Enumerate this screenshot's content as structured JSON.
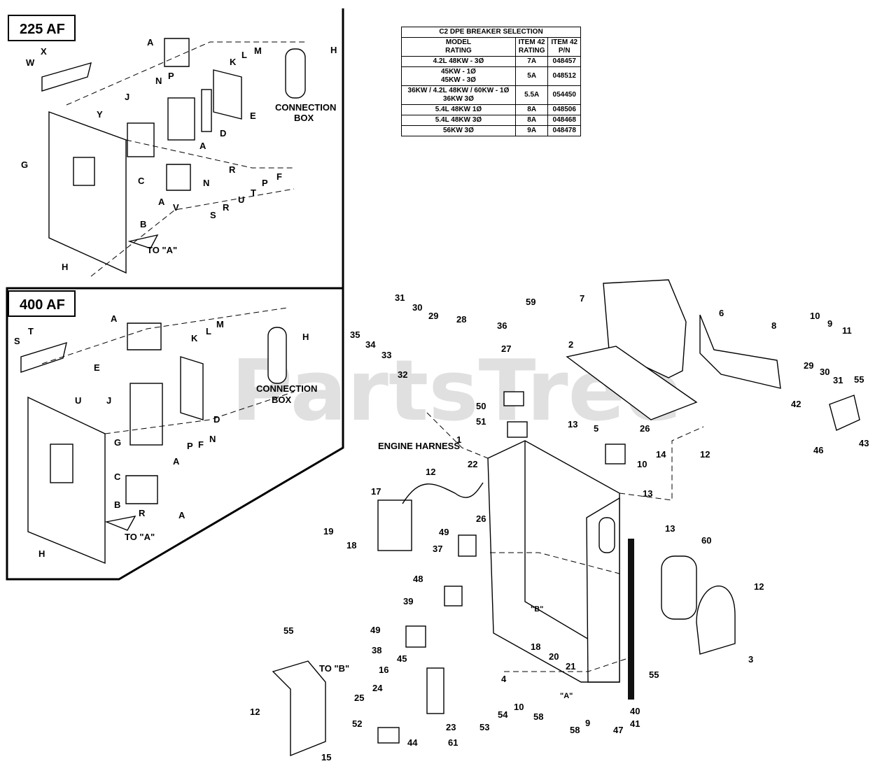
{
  "insets": {
    "af225": {
      "title": "225 AF",
      "connection_box": [
        "CONNECTION",
        "BOX"
      ],
      "to_a": "TO \"A\"",
      "letters": [
        "X",
        "W",
        "A",
        "N",
        "P",
        "J",
        "K",
        "L",
        "M",
        "H",
        "Y",
        "G",
        "C",
        "D",
        "E",
        "A",
        "R",
        "N",
        "F",
        "P",
        "S",
        "R",
        "U",
        "T",
        "A",
        "V",
        "B",
        "H"
      ]
    },
    "af400": {
      "title": "400 AF",
      "connection_box": [
        "CONNECTION",
        "BOX"
      ],
      "to_a": "TO \"A\"",
      "letters": [
        "S",
        "T",
        "A",
        "K",
        "L",
        "M",
        "H",
        "E",
        "U",
        "J",
        "G",
        "P",
        "F",
        "N",
        "D",
        "C",
        "A",
        "B",
        "R",
        "A",
        "H"
      ]
    }
  },
  "table": {
    "title": "C2 DPE BREAKER SELECTION",
    "headers": [
      [
        "MODEL",
        "RATING"
      ],
      [
        "ITEM 42",
        "RATING"
      ],
      [
        "ITEM 42",
        "P/N"
      ]
    ],
    "rows": [
      {
        "model": [
          "4.2L 48KW - 3Ø"
        ],
        "rating": "7A",
        "pn": "048457"
      },
      {
        "model": [
          "45KW - 1Ø",
          "45KW - 3Ø"
        ],
        "rating": "5A",
        "pn": "048512"
      },
      {
        "model": [
          "36KW / 4.2L 48KW / 60KW - 1Ø",
          "36KW 3Ø"
        ],
        "rating": "5.5A",
        "pn": "054450"
      },
      {
        "model": [
          "5.4L 48KW 1Ø"
        ],
        "rating": "8A",
        "pn": "048506"
      },
      {
        "model": [
          "5.4L 48KW 3Ø"
        ],
        "rating": "8A",
        "pn": "048468"
      },
      {
        "model": [
          "56KW 3Ø"
        ],
        "rating": "9A",
        "pn": "048478"
      }
    ]
  },
  "watermark": "PartsTree",
  "main": {
    "engine_harness": "ENGINE HARNESS",
    "to_b": "TO \"B\"",
    "marker_b": "\"B\"",
    "marker_a": "\"A\""
  },
  "callouts": [
    "31",
    "30",
    "29",
    "28",
    "35",
    "34",
    "33",
    "32",
    "36",
    "27",
    "59",
    "7",
    "2",
    "6",
    "8",
    "10",
    "9",
    "11",
    "50",
    "51",
    "1",
    "13",
    "5",
    "26",
    "14",
    "10",
    "12",
    "29",
    "30",
    "31",
    "55",
    "42",
    "43",
    "46",
    "22",
    "12",
    "17",
    "13",
    "13",
    "19",
    "18",
    "26",
    "49",
    "37",
    "60",
    "12",
    "48",
    "39",
    "49",
    "38",
    "45",
    "16",
    "55",
    "24",
    "25",
    "12",
    "4",
    "18",
    "20",
    "21",
    "55",
    "3",
    "52",
    "23",
    "44",
    "61",
    "53",
    "54",
    "10",
    "58",
    "9",
    "58",
    "47",
    "41",
    "40",
    "15"
  ]
}
